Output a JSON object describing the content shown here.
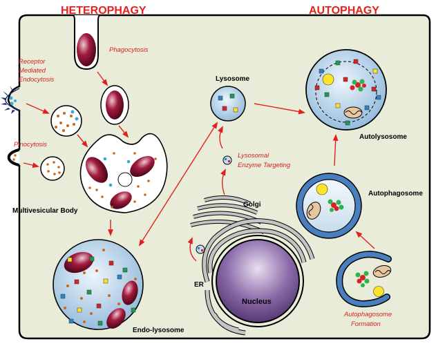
{
  "headers": {
    "heterophagy": "HETEROPHAGY",
    "autophagy": "AUTOPHAGY"
  },
  "process_labels": {
    "phagocytosis": "Phagocytosis",
    "receptor_line1": "Receptor",
    "receptor_line2": "Mediated",
    "receptor_line3": "Endocytosis",
    "pinocytosis": "Pinocytosis",
    "targeting_line1": "Lysosomal",
    "targeting_line2": "Enzyme Targeting",
    "autophagosome_formation_line1": "Autophagosome",
    "autophagosome_formation_line2": "Formation"
  },
  "structure_labels": {
    "lysosome": "Lysosome",
    "autolysosome": "Autolysosome",
    "autophagosome": "Autophagosome",
    "multivesicular_body": "Multivesicular Body",
    "golgi": "Golgi",
    "er": "ER",
    "nucleus": "Nucleus",
    "endo_lysosome": "Endo-lysosome"
  },
  "colors": {
    "cytoplasm": "#e9ecd9",
    "cell_outline": "#000000",
    "arrow": "#e0201c",
    "label_red": "#d61f1f",
    "lysosome_fill": "#c6dced",
    "autophagosome_ring": "#4a7fbf",
    "particle_dark_red": "#8e1537",
    "nucleus": "#7d5a9e",
    "organelle_grey": "#c4c4c4"
  }
}
